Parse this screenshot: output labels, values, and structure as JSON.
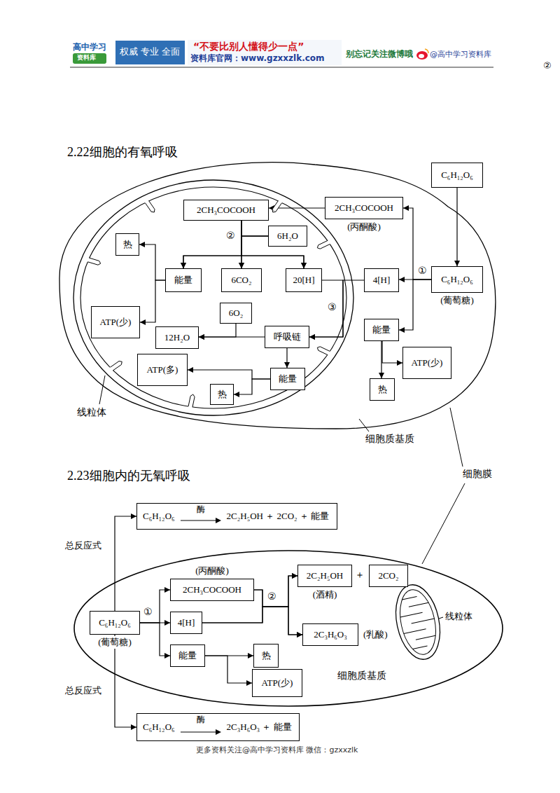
{
  "diagram": {
    "nodes": [
      {
        "text": [
          "细胞质基质"
        ]
      },
      {
        "text": [
          "线粒体"
        ],
        "in": 0
      },
      {
        "text": [
          "2CH₃COCOOH"
        ],
        "in": 1
      },
      {
        "text": [
          "6H₂O"
        ],
        "in": 1
      },
      {
        "text": [
          "热"
        ],
        "in": 1
      },
      {
        "text": [
          "能量"
        ],
        "in": 1
      },
      {
        "text": [
          "6CO₂"
        ],
        "in": 1
      },
      {
        "text": [
          "20[H]"
        ],
        "in": 1
      },
      {
        "text": [
          "ATP(少)"
        ],
        "in": 1
      },
      {
        "text": [
          "6O₂"
        ],
        "in": 1
      },
      {
        "text": [
          "12H₂O"
        ],
        "in": 1
      },
      {
        "text": [
          "呼吸链"
        ],
        "in": 1
      },
      {
        "text": [
          "ATP(多)"
        ],
        "in": 1
      },
      {
        "text": [
          "能量"
        ],
        "in": 1
      },
      {
        "text": [
          "热"
        ],
        "in": 1
      },
      {
        "text": [
          "2CH₃COCOOH",
          "(丙酮酸)"
        ],
        "in": 0
      },
      {
        "text": [
          "4[H]"
        ],
        "in": 0
      },
      {
        "text": [
          "C₆H₁₂O₆",
          "(葡萄糖)"
        ],
        "in": 0
      },
      {
        "text": [
          "能量"
        ],
        "in": 0
      },
      {
        "text": [
          "ATP(少)"
        ],
        "in": 0
      },
      {
        "text": [
          "热"
        ],
        "in": 0
      },
      {
        "text": [
          "C₆H₁₂O₆"
        ]
      },
      {
        "text": [
          "C₆H₁₂O₆",
          "酶",
          "2C₂H₅OH ＋ 2CO₂ ＋ 能量"
        ]
      },
      {
        "text": [
          "细胞质基质"
        ]
      },
      {
        "text": [
          "2CH₃COCOOH",
          "(丙酮酸)"
        ],
        "in": 23
      },
      {
        "text": [
          "C₆H₁₂O₆",
          "(葡萄糖)"
        ],
        "in": 23
      },
      {
        "text": [
          "4[H]"
        ],
        "in": 23
      },
      {
        "text": [
          "能量"
        ],
        "in": 23
      },
      {
        "text": [
          "热"
        ],
        "in": 23
      },
      {
        "text": [
          "ATP(少)"
        ],
        "in": 23
      },
      {
        "text": [
          "2C₂H₅OH",
          "(酒精)"
        ],
        "in": 23
      },
      {
        "text": [
          "2CO₂"
        ],
        "in": 23
      },
      {
        "text": [
          "2C₃H₆O₃",
          "(乳酸)"
        ],
        "in": 23
      },
      {
        "text": [
          "C₆H₁₂O₆",
          "酶",
          "2C₃H₆O₃ ＋ 能量"
        ]
      }
    ],
    "edges": [
      {
        "from": 21,
        "to": 17,
        "arrow": "to"
      },
      {
        "from": 17,
        "to": 16,
        "arrow": "to"
      },
      {
        "from": 17,
        "to": 15,
        "arrow": "to"
      },
      {
        "from": 17,
        "to": 18,
        "arrow": "to"
      },
      {
        "from": 18,
        "to": 19,
        "arrow": "to"
      },
      {
        "from": 18,
        "to": 20,
        "arrow": "to"
      },
      {
        "from": 15,
        "to": 2,
        "arrow": "to"
      },
      {
        "from": 2,
        "to": 5,
        "arrow": "to"
      },
      {
        "from": 2,
        "to": 6,
        "arrow": "to"
      },
      {
        "from": 2,
        "to": 7,
        "arrow": "to"
      },
      {
        "from": 3,
        "to": 5,
        "arrow": "to"
      },
      {
        "from": 3,
        "to": 6,
        "arrow": "to"
      },
      {
        "from": 3,
        "to": 7,
        "arrow": "to"
      },
      {
        "from": 5,
        "to": 4,
        "arrow": "to"
      },
      {
        "from": 5,
        "to": 8,
        "arrow": "to"
      },
      {
        "from": 7,
        "to": 11,
        "arrow": "to"
      },
      {
        "from": 16,
        "to": 11,
        "arrow": "to"
      },
      {
        "from": 11,
        "to": 10,
        "arrow": "to"
      },
      {
        "from": 9,
        "to": 10,
        "arrow": "to"
      },
      {
        "from": 11,
        "to": 13,
        "arrow": "to"
      },
      {
        "from": 13,
        "to": 12,
        "arrow": "to"
      },
      {
        "from": 13,
        "to": 14,
        "arrow": "to"
      },
      {
        "from": 25,
        "to": 24,
        "arrow": "to"
      },
      {
        "from": 25,
        "to": 26,
        "arrow": "to"
      },
      {
        "from": 25,
        "to": 27,
        "arrow": "to"
      },
      {
        "from": 25,
        "to": 22,
        "arrow": "to"
      },
      {
        "from": 25,
        "to": 33,
        "arrow": "to"
      },
      {
        "from": 27,
        "to": 28,
        "arrow": "to"
      },
      {
        "from": 27,
        "to": 29,
        "arrow": "to"
      },
      {
        "from": 24,
        "to": 30,
        "arrow": "to"
      },
      {
        "from": 24,
        "to": 32,
        "arrow": "to"
      },
      {
        "from": 26,
        "to": 30,
        "arrow": "to"
      },
      {
        "from": 26,
        "to": 32,
        "arrow": "to"
      }
    ],
    "labels": [
      "高中学习",
      "资料库",
      "权威 专业 全面",
      "“不要比别人懂得少一点”",
      "资料库官网：www.gzxxzlk.com",
      "别忘记关注微博哦",
      "@高中学习资料库",
      "②",
      "2.22细胞的有氧呼吸",
      "②",
      "①",
      "③",
      "2.23细胞内的无氧呼吸",
      "细胞膜",
      "总反应式",
      "①",
      "②",
      "＋",
      "线粒体",
      "总反应式",
      "更多资料关注@高中学习资料库 微信：gzxxzlk"
    ]
  }
}
